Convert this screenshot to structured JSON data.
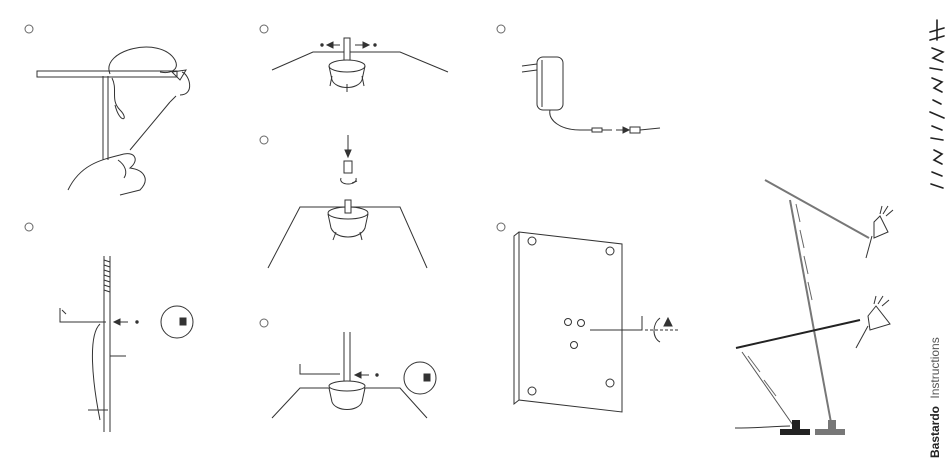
{
  "document": {
    "brand": "Bastardo",
    "doc_type": "Instructions",
    "signature_text": "Ingo Maurer",
    "steps_count": 8
  },
  "colors": {
    "line": "#333333",
    "accent": "#555555",
    "base_dark": "#222222",
    "base_gray": "#777777"
  }
}
